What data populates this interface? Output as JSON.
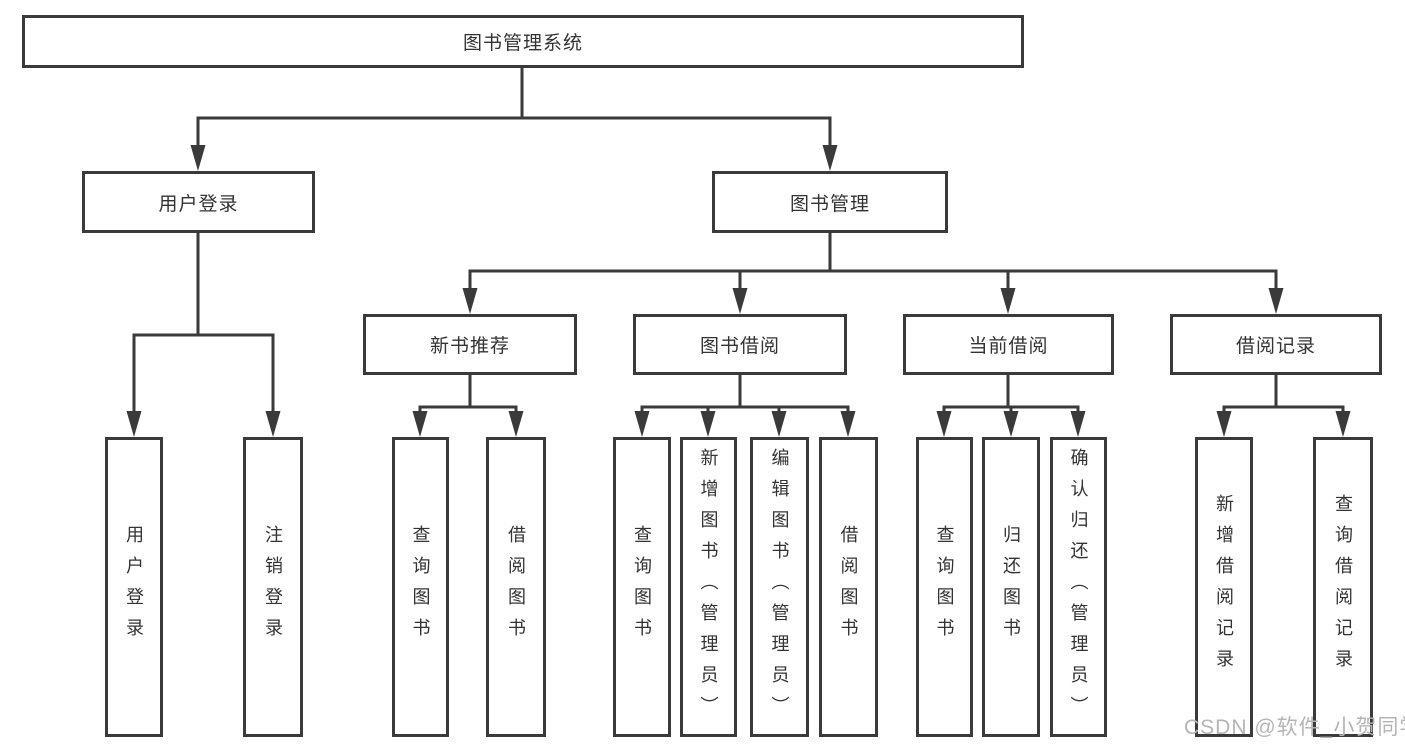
{
  "diagram": {
    "title": "图书管理系统",
    "type": "hierarchy-tree"
  },
  "nodes": {
    "root": {
      "label": "图书管理系统"
    },
    "user_login": {
      "label": "用户登录"
    },
    "book_mgmt": {
      "label": "图书管理"
    },
    "new_book_rec": {
      "label": "新书推荐"
    },
    "book_borrow": {
      "label": "图书借阅"
    },
    "current_borrow": {
      "label": "当前借阅"
    },
    "borrow_records": {
      "label": "借阅记录"
    },
    "v_user_login": {
      "label": "用户登录"
    },
    "v_logout": {
      "label": "注销登录"
    },
    "v_nbr_query": {
      "label": "查询图书"
    },
    "v_nbr_borrow": {
      "label": "借阅图书"
    },
    "v_bb_query": {
      "label": "查询图书"
    },
    "v_bb_add": {
      "label": "新增图书（管理员）"
    },
    "v_bb_edit": {
      "label": "编辑图书（管理员）"
    },
    "v_bb_borrow": {
      "label": "借阅图书"
    },
    "v_cb_query": {
      "label": "查询图书"
    },
    "v_cb_return": {
      "label": "归还图书"
    },
    "v_cb_confirm": {
      "label": "确认归还（管理员）"
    },
    "v_br_add": {
      "label": "新增借阅记录"
    },
    "v_br_query": {
      "label": "查询借阅记录"
    }
  },
  "hierarchy": [
    {
      "parent": "图书管理系统",
      "children": [
        "用户登录",
        "图书管理"
      ]
    },
    {
      "parent": "用户登录",
      "children": [
        "用户登录",
        "注销登录"
      ]
    },
    {
      "parent": "图书管理",
      "children": [
        "新书推荐",
        "图书借阅",
        "当前借阅",
        "借阅记录"
      ]
    },
    {
      "parent": "新书推荐",
      "children": [
        "查询图书",
        "借阅图书"
      ]
    },
    {
      "parent": "图书借阅",
      "children": [
        "查询图书",
        "新增图书（管理员）",
        "编辑图书（管理员）",
        "借阅图书"
      ]
    },
    {
      "parent": "当前借阅",
      "children": [
        "查询图书",
        "归还图书",
        "确认归还（管理员）"
      ]
    },
    {
      "parent": "借阅记录",
      "children": [
        "新增借阅记录",
        "查询借阅记录"
      ]
    }
  ],
  "watermark": {
    "text": "CSDN @软件_小贺同学",
    "color": "#b5b5b5"
  },
  "colors": {
    "line": "#3a3a3a",
    "box_border": "#3a3a3a",
    "box_fill": "#ffffff",
    "text": "#333333",
    "background": "#ffffff"
  }
}
